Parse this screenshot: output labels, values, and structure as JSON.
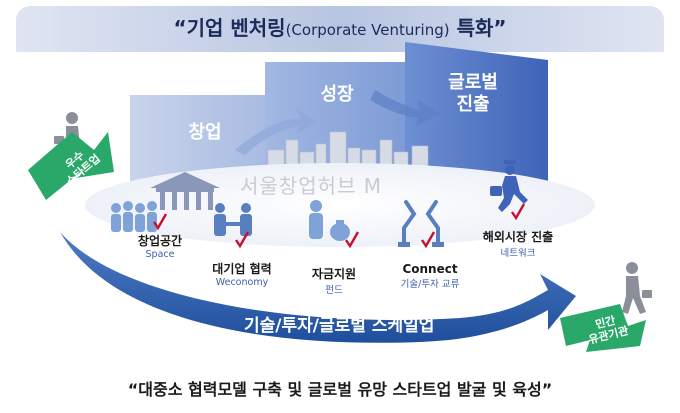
{
  "title": {
    "main_before": "“기업 벤처링",
    "paren": "(Corporate Venturing)",
    "main_after": " 특화”"
  },
  "stages": {
    "stage1": "창업",
    "stage2": "성장",
    "stage3_line1": "글로벌",
    "stage3_line2": "진출"
  },
  "watermark": "서울창업허브 M",
  "items": {
    "space_label": "창업공간",
    "space_sub": "Space",
    "weconomy_label": "대기업 협력",
    "weconomy_sub": "Weconomy",
    "fund_label": "자금지원",
    "fund_sub": "펀드",
    "connect_label": "Connect",
    "connect_sub": "기술/투자 교류",
    "overseas_label": "해외시장 진출",
    "overseas_sub": "네트워크"
  },
  "arrow_text": "기술/투자/글로벌 스케일업",
  "left_tag": {
    "line1": "우수",
    "line2": "스타트업"
  },
  "right_tag": {
    "line1": "민간",
    "line2": "유관기관"
  },
  "bottom_text": "“대중소 협력모델 구축 및 글로벌 유망 스타트업 발굴 및 육성”",
  "colors": {
    "title_text": "#1c2a5a",
    "stage_dark": "#3f63b8",
    "stage_mid": "#7d9bd6",
    "stage_light": "#b4c4e6",
    "arrow": "#3a66b4",
    "tag_green": "#2aa86a",
    "check_red": "#c8102e"
  }
}
